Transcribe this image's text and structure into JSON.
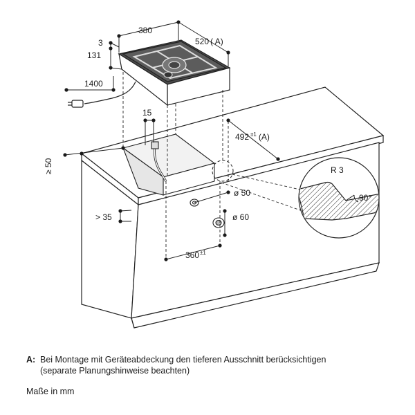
{
  "dimensions": {
    "width_380": "380",
    "depth_520": "520",
    "depth_520_ref": "( A)",
    "thickness_3": "3",
    "height_131": "131",
    "cable_1400": "1400",
    "offset_15": "15",
    "cutout_492": "492",
    "cutout_492_tol": "±1",
    "cutout_492_ref": "(A)",
    "front_50": "≥ 50",
    "radius": "R 3",
    "angle": "90°",
    "hole_50": "ø 50",
    "hole_60": "ø 60",
    "front_35": "> 35",
    "cutout_360": "360",
    "cutout_360_tol": "±1"
  },
  "notes": {
    "a_key": "A:",
    "a_line1": "Bei Montage mit Geräteabdeckung den tieferen Ausschnitt berücksichtigen",
    "a_line2": "(separate Planungshinweise beachten)",
    "units": "Maße in mm"
  }
}
